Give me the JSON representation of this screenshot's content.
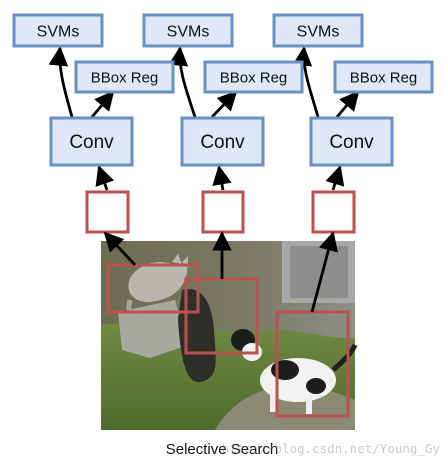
{
  "columns": [
    {
      "svms_label": "SVMs",
      "bbox_label": "BBox Reg",
      "conv_label": "Conv"
    },
    {
      "svms_label": "SVMs",
      "bbox_label": "BBox Reg",
      "conv_label": "Conv"
    },
    {
      "svms_label": "SVMs",
      "bbox_label": "BBox Reg",
      "conv_label": "Conv"
    }
  ],
  "caption": "Selective Search",
  "watermark": "http://blog.csdn.net/Young_Gy",
  "colors": {
    "box_fill": "#dfe8f6",
    "box_stroke": "#6a8fc3",
    "region_stroke": "#b9524e",
    "arrow": "#000000"
  },
  "photo_description_icons": [
    "cat-photo",
    "dog-photo"
  ]
}
